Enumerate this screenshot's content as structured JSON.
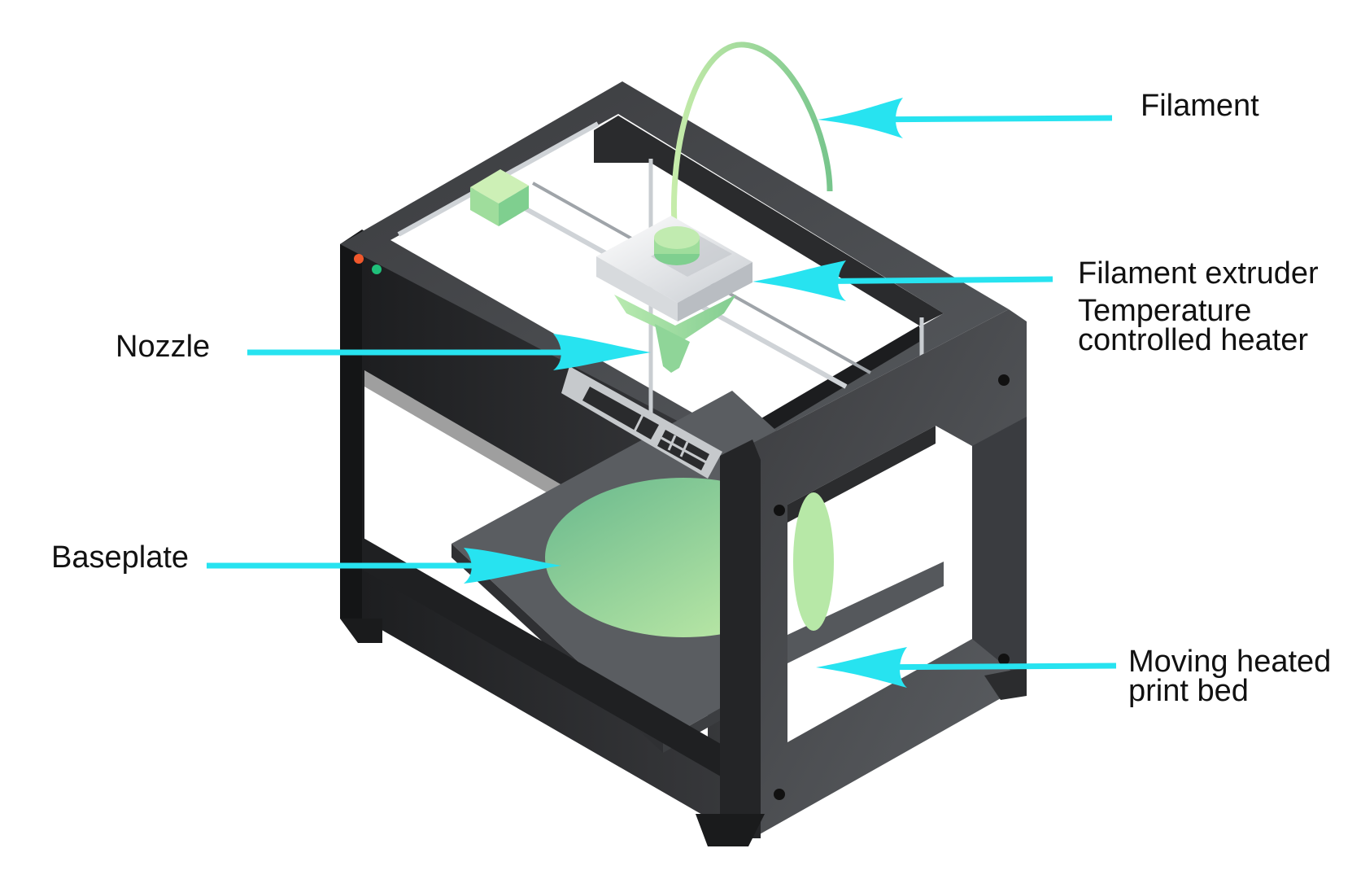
{
  "labels": {
    "filament": "Filament",
    "filament_extruder": "Filament extruder",
    "heater_line1": "Temperature",
    "heater_line2": "controlled heater",
    "nozzle": "Nozzle",
    "baseplate": "Baseplate",
    "bed_line1": "Moving heated",
    "bed_line2": "print bed"
  },
  "colors": {
    "arrow": "#27e3f0",
    "frame": "#2b2c2e",
    "frame_light": "#55585c",
    "filament": "#9fdd9c",
    "extruder": "#e8ebee",
    "led_red": "#f0582c",
    "led_green": "#1fc07a"
  },
  "icons": {
    "printer": "3d-printer-illustration",
    "arrow": "pointer-arrow-icon"
  }
}
